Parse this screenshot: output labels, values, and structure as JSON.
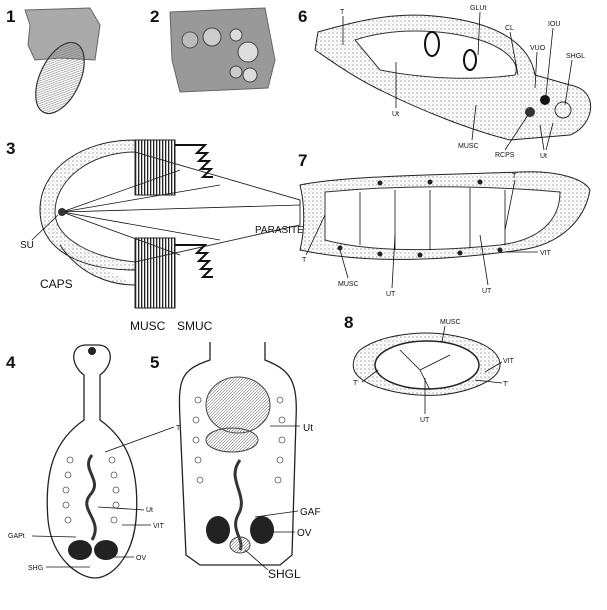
{
  "panels": {
    "p1": {
      "number": "1"
    },
    "p2": {
      "number": "2"
    },
    "p3": {
      "number": "3",
      "labels": {
        "parasite": "PARASITE",
        "su": "SU",
        "caps": "CAPS",
        "musc": "MUSC",
        "smuc": "SMUC"
      }
    },
    "p4": {
      "number": "4",
      "labels": {
        "t": "T",
        "ut": "Ut",
        "vit": "VIT",
        "gapt": "GAPt",
        "ov": "OV",
        "shg": "SHG"
      }
    },
    "p5": {
      "number": "5",
      "labels": {
        "ut": "Ut",
        "gaf": "GAF",
        "ov": "OV",
        "shgl": "SHGL"
      }
    },
    "p6": {
      "number": "6",
      "labels": {
        "t": "T",
        "glut": "GLUt",
        "cl": "CL",
        "vuo": "VUO",
        "iou": "IOU",
        "shgl": "SHGL",
        "ut": "Ut",
        "musc": "MUSC",
        "rcps": "RCPS",
        "ut2": "Ut"
      }
    },
    "p7": {
      "number": "7",
      "labels": {
        "t_top": "T",
        "t_left": "T",
        "musc": "MUSC",
        "ut_left": "UT",
        "ut_right": "UT",
        "vit": "VIT"
      }
    },
    "p8": {
      "number": "8",
      "labels": {
        "musc": "MUSC",
        "vit": "VIT",
        "t_left": "T'",
        "t_right": "T'",
        "ut": "UT"
      }
    }
  }
}
